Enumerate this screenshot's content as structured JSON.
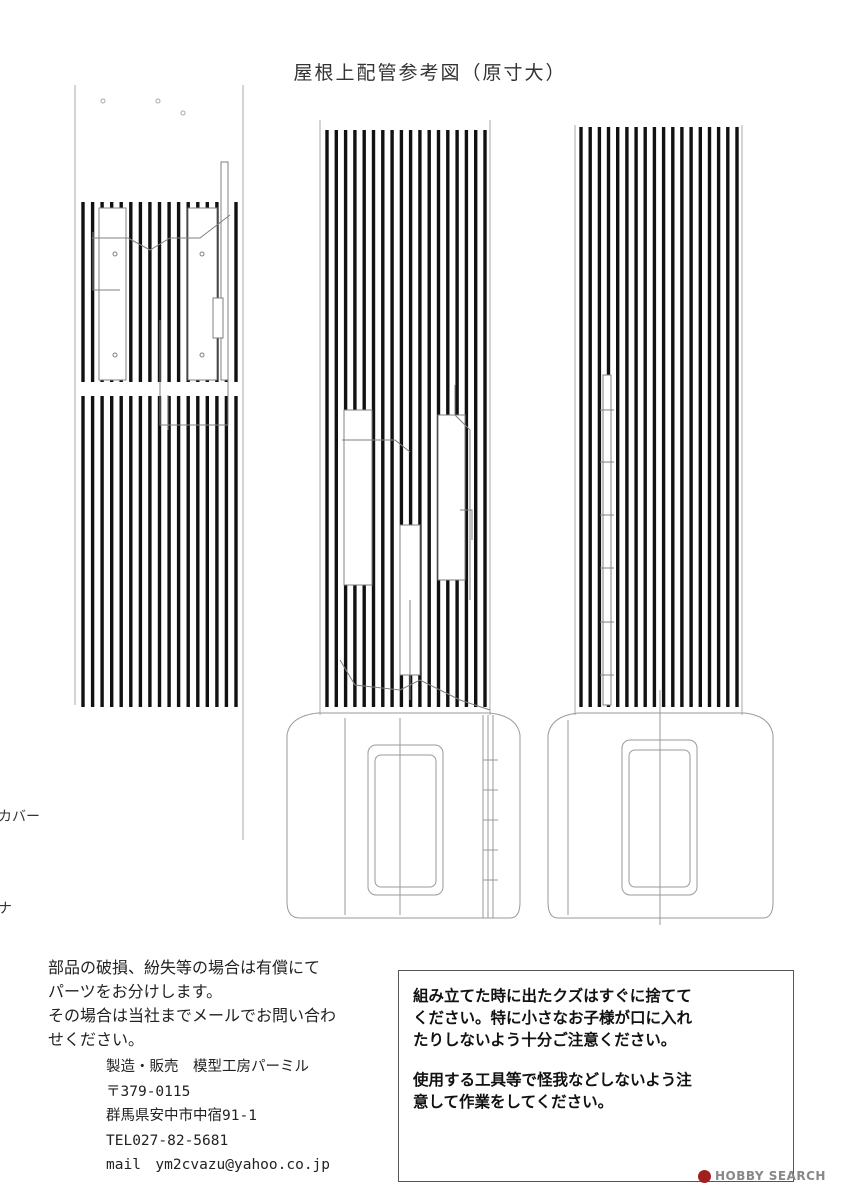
{
  "title": "屋根上配管参考図（原寸大）",
  "edge_labels": [
    "カバー",
    "ナ"
  ],
  "note_left": [
    "部品の破損、紛失等の場合は有償にて",
    "パーツをお分けします。",
    "その場合は当社までメールでお問い合わ",
    "せください。"
  ],
  "maker": {
    "company": "製造・販売　模型工房パーミル",
    "postal": "〒379-0115",
    "address": "群馬県安中市中宿91-1",
    "tel": "TEL027-82-5681",
    "mail": "mail　ym2cvazu@yahoo.co.jp"
  },
  "caution": {
    "p1": [
      "組み立てた時に出たクズはすぐに捨てて",
      "ください。特に小さなお子様が口に入れ",
      "たりしないよう十分ご注意ください。"
    ],
    "p2": [
      "使用する工具等で怪我などしないよう注",
      "意して作業をしてください。"
    ]
  },
  "watermark": "HOBBY SEARCH",
  "colors": {
    "stripe": "#111111",
    "outline": "#9a9a9a",
    "pipe": "#7a7a7a"
  }
}
